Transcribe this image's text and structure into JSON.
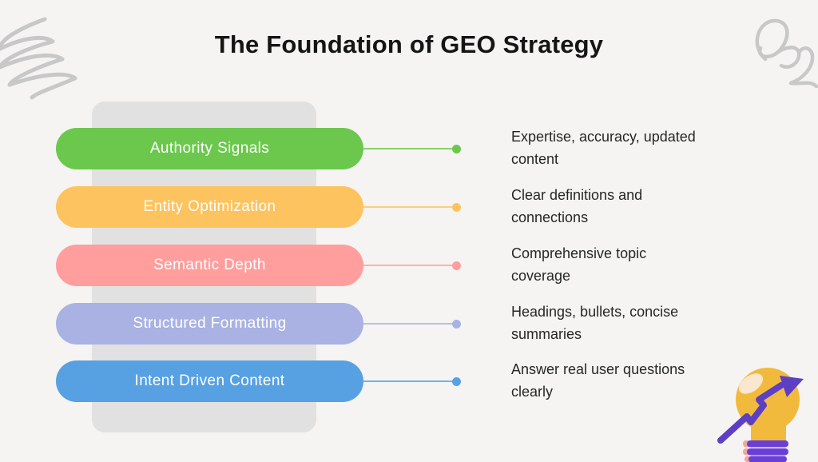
{
  "title": "The Foundation of GEO Strategy",
  "rows": [
    {
      "label": "Authority Signals",
      "description": "Expertise, accuracy, updated\ncontent",
      "color": "#6bc84d"
    },
    {
      "label": "Entity Optimization",
      "description": "Clear definitions and\nconnections",
      "color": "#fdc35f"
    },
    {
      "label": "Semantic Depth",
      "description": "Comprehensive topic\ncoverage",
      "color": "#ff9e9d"
    },
    {
      "label": "Structured Formatting",
      "description": "Headings, bullets, concise\nsummaries",
      "color": "#a9b2e3"
    },
    {
      "label": "Intent Driven Content",
      "description": "Answer real user questions\nclearly",
      "color": "#57a1e3"
    }
  ],
  "colors": {
    "background": "#f5f4f2",
    "panel": "#e2e1e1",
    "title_text": "#151515",
    "pill_text": "#ffffff",
    "description_text": "#272727",
    "scribble": "#c8c8c8",
    "bulb_yellow": "#f2ba3d",
    "bulb_highlight": "#faeadb",
    "arrow_purple": "#5d3fc5",
    "base_purple": "#6a3fd6",
    "cap_pink": "#efa79f"
  },
  "icons": {
    "top_left": "scribble-zigzag-icon",
    "top_right": "scribble-loops-icon",
    "bottom_right": "lightbulb-growth-arrow-icon"
  }
}
